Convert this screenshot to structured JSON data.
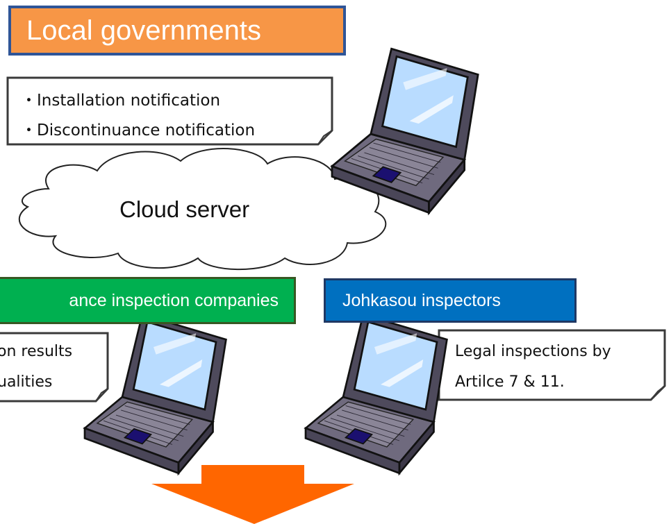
{
  "local_governments": {
    "title": "Local governments",
    "items": [
      "・Installation notification",
      "・Discontinuance notification"
    ]
  },
  "cloud": {
    "label": "Cloud server"
  },
  "maintenance": {
    "title": "ance inspection companies",
    "items": [
      "on results",
      "ualities"
    ]
  },
  "johkasou": {
    "title": "Johkasou inspectors",
    "items": [
      "Legal inspections by",
      "Artilce 7 & 11."
    ]
  },
  "colors": {
    "local_gov_fill": "#f79646",
    "local_gov_border": "#2f5597",
    "maintenance_fill": "#00b050",
    "inspectors_fill": "#0070c0",
    "arrow": "#ff6600"
  },
  "icons": [
    "laptop-icon",
    "cloud-shape",
    "down-arrow"
  ]
}
